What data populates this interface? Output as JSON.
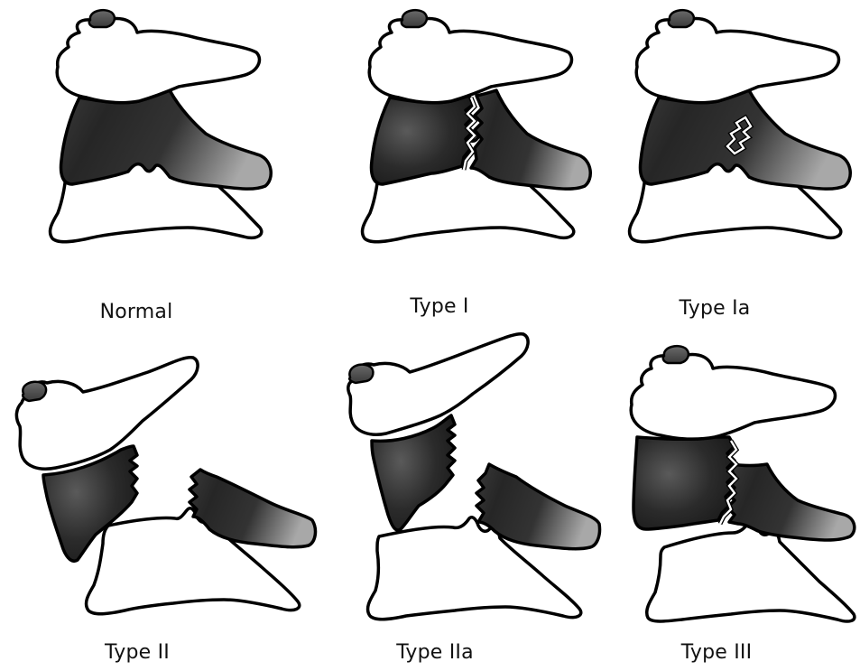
{
  "panels": [
    {
      "id": "normal",
      "label": "Normal"
    },
    {
      "id": "type-i",
      "label": "Type I"
    },
    {
      "id": "type-ia",
      "label": "Type Ia"
    },
    {
      "id": "type-ii",
      "label": "Type II"
    },
    {
      "id": "type-iia",
      "label": "Type IIa"
    },
    {
      "id": "type-iii",
      "label": "Type III"
    }
  ],
  "colors": {
    "bone_fill": "#ffffff",
    "outline": "#000000",
    "pars_dark": "#2a2a2a",
    "pars_light": "#9a9a9a",
    "fracture_line": "#ffffff"
  }
}
